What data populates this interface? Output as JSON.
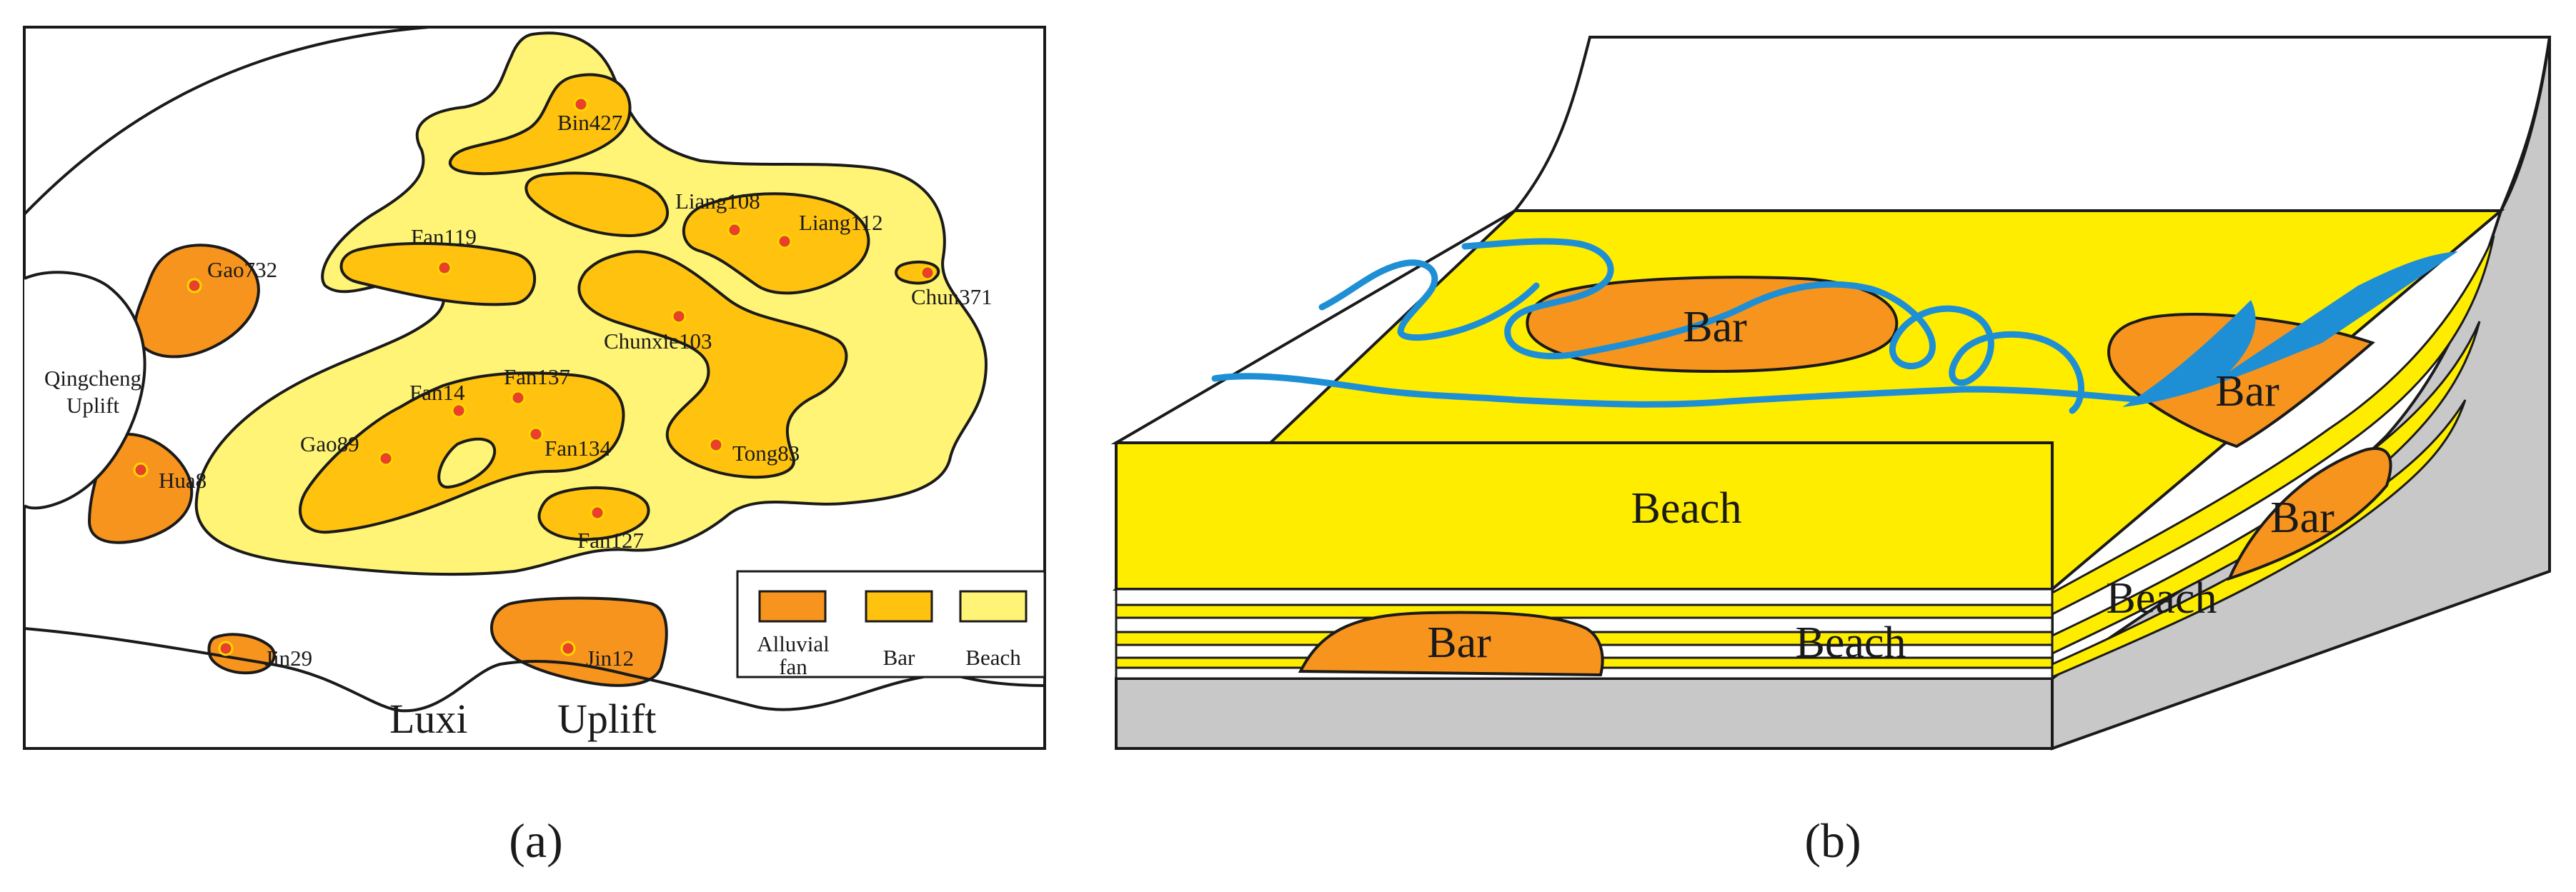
{
  "panel_a": {
    "caption": "(a)",
    "uplifts": {
      "qingcheng_line1": "Qingcheng",
      "qingcheng_line2": "Uplift",
      "luxi_word1": "Luxi",
      "luxi_word2": "Uplift"
    },
    "wells": [
      "Bin427",
      "Fan119",
      "Liang108",
      "Liang112",
      "Gao732",
      "Chun371",
      "Chunxie103",
      "Fan137",
      "Fan14",
      "Gao89",
      "Fan134",
      "Tong83",
      "Hua8",
      "Fan127",
      "Jin29",
      "Jin12"
    ],
    "legend": {
      "items": [
        {
          "label_line1": "Alluvial",
          "label_line2": "fan",
          "color": "#f7941e"
        },
        {
          "label_line1": "Bar",
          "label_line2": "",
          "color": "#ffc20e"
        },
        {
          "label_line1": "Beach",
          "label_line2": "",
          "color": "#fff475"
        }
      ]
    }
  },
  "panel_b": {
    "caption": "(b)",
    "labels": {
      "bar_top": "Bar",
      "bar_right_top": "Bar",
      "bar_right_side": "Bar",
      "bar_front": "Bar",
      "beach_front": "Beach",
      "beach_lower": "Beach",
      "beach_side": "Beach"
    }
  },
  "colors": {
    "alluvial_fan": "#f7941e",
    "bar": "#ffc20e",
    "beach": "#fff475",
    "beach_3d": "#ffed00",
    "river": "#1e8fd5",
    "basement": "#c8c8c8",
    "well": "#e8402a"
  }
}
